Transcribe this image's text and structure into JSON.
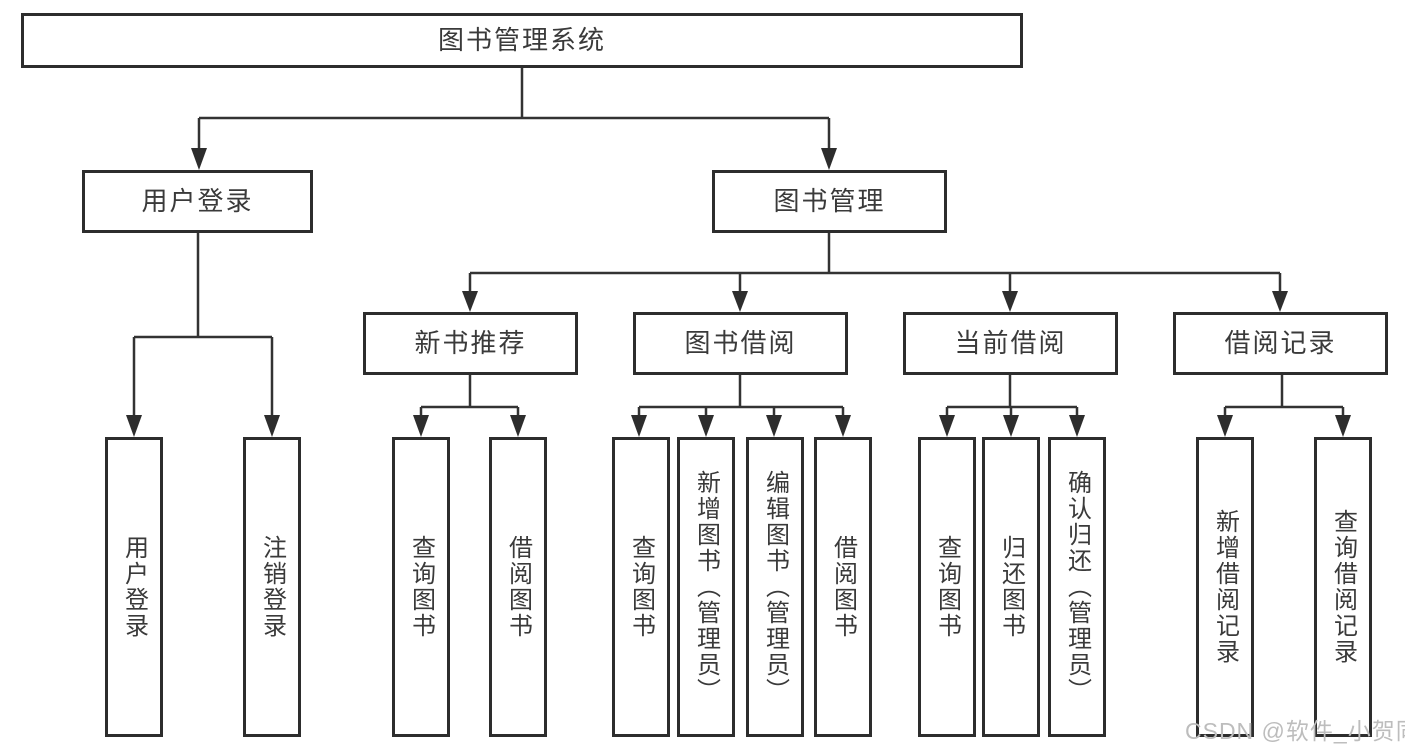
{
  "diagram": {
    "root": {
      "label": "图书管理系统"
    },
    "level2": [
      {
        "id": "user-login",
        "label": "用户登录"
      },
      {
        "id": "book-management",
        "label": "图书管理"
      }
    ],
    "level3": [
      {
        "id": "new-book-recommendation",
        "label": "新书推荐"
      },
      {
        "id": "book-borrowing",
        "label": "图书借阅"
      },
      {
        "id": "current-borrowing",
        "label": "当前借阅"
      },
      {
        "id": "borrowing-records",
        "label": "借阅记录"
      }
    ],
    "leaves": [
      {
        "group": "user-login",
        "label": "用户登录"
      },
      {
        "group": "user-login",
        "label": "注销登录"
      },
      {
        "group": "new-book-recommendation",
        "label": "查询图书"
      },
      {
        "group": "new-book-recommendation",
        "label": "借阅图书"
      },
      {
        "group": "book-borrowing",
        "label": "查询图书"
      },
      {
        "group": "book-borrowing",
        "label": "新增图书（管理员）"
      },
      {
        "group": "book-borrowing",
        "label": "编辑图书（管理员）"
      },
      {
        "group": "book-borrowing",
        "label": "借阅图书"
      },
      {
        "group": "current-borrowing",
        "label": "查询图书"
      },
      {
        "group": "current-borrowing",
        "label": "归还图书"
      },
      {
        "group": "current-borrowing",
        "label": "确认归还（管理员）"
      },
      {
        "group": "borrowing-records",
        "label": "新增借阅记录"
      },
      {
        "group": "borrowing-records",
        "label": "查询借阅记录"
      }
    ],
    "watermark": "CSDN @软件_小贺同学"
  },
  "colors": {
    "background": "#ffffff",
    "line": "#333333",
    "box_border": "#2d2d2d",
    "text": "#3a3a3a",
    "watermark": "#bdbdbd"
  }
}
